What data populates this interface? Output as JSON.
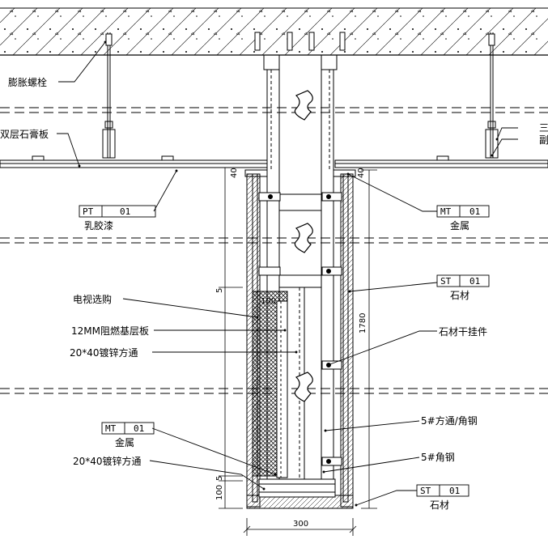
{
  "labels": {
    "expansion_bolt": "膨胀螺栓",
    "double_gypsum": "双层石膏板",
    "tv_alcove": "电视选购",
    "fire_board": "12MM阻燃基层板",
    "galv_tube_top": "20*40镀锌方通",
    "galv_tube_bottom": "20*40镀锌方通",
    "stone_hanger": "石材干挂件",
    "square_angle": "5#方通/角钢",
    "angle_steel": "5#角钢",
    "right_cut_1": "三",
    "right_cut_2": "副"
  },
  "tags": {
    "pt01": {
      "code": "PT",
      "num": "01",
      "name": "乳胶漆"
    },
    "mt01_top": {
      "code": "MT",
      "num": "01",
      "name": "金属"
    },
    "st01_mid": {
      "code": "ST",
      "num": "01",
      "name": "石材"
    },
    "mt01_left": {
      "code": "MT",
      "num": "01",
      "name": "金属"
    },
    "st01_bottom": {
      "code": "ST",
      "num": "01",
      "name": "石材"
    }
  },
  "dimensions": {
    "width_300": "300",
    "height_1780": "1780",
    "inner_100": "100",
    "left_100": "100",
    "left_5_top": "5",
    "left_5_bottom": "5",
    "top_40_left": "40",
    "top_40_right": "40"
  }
}
